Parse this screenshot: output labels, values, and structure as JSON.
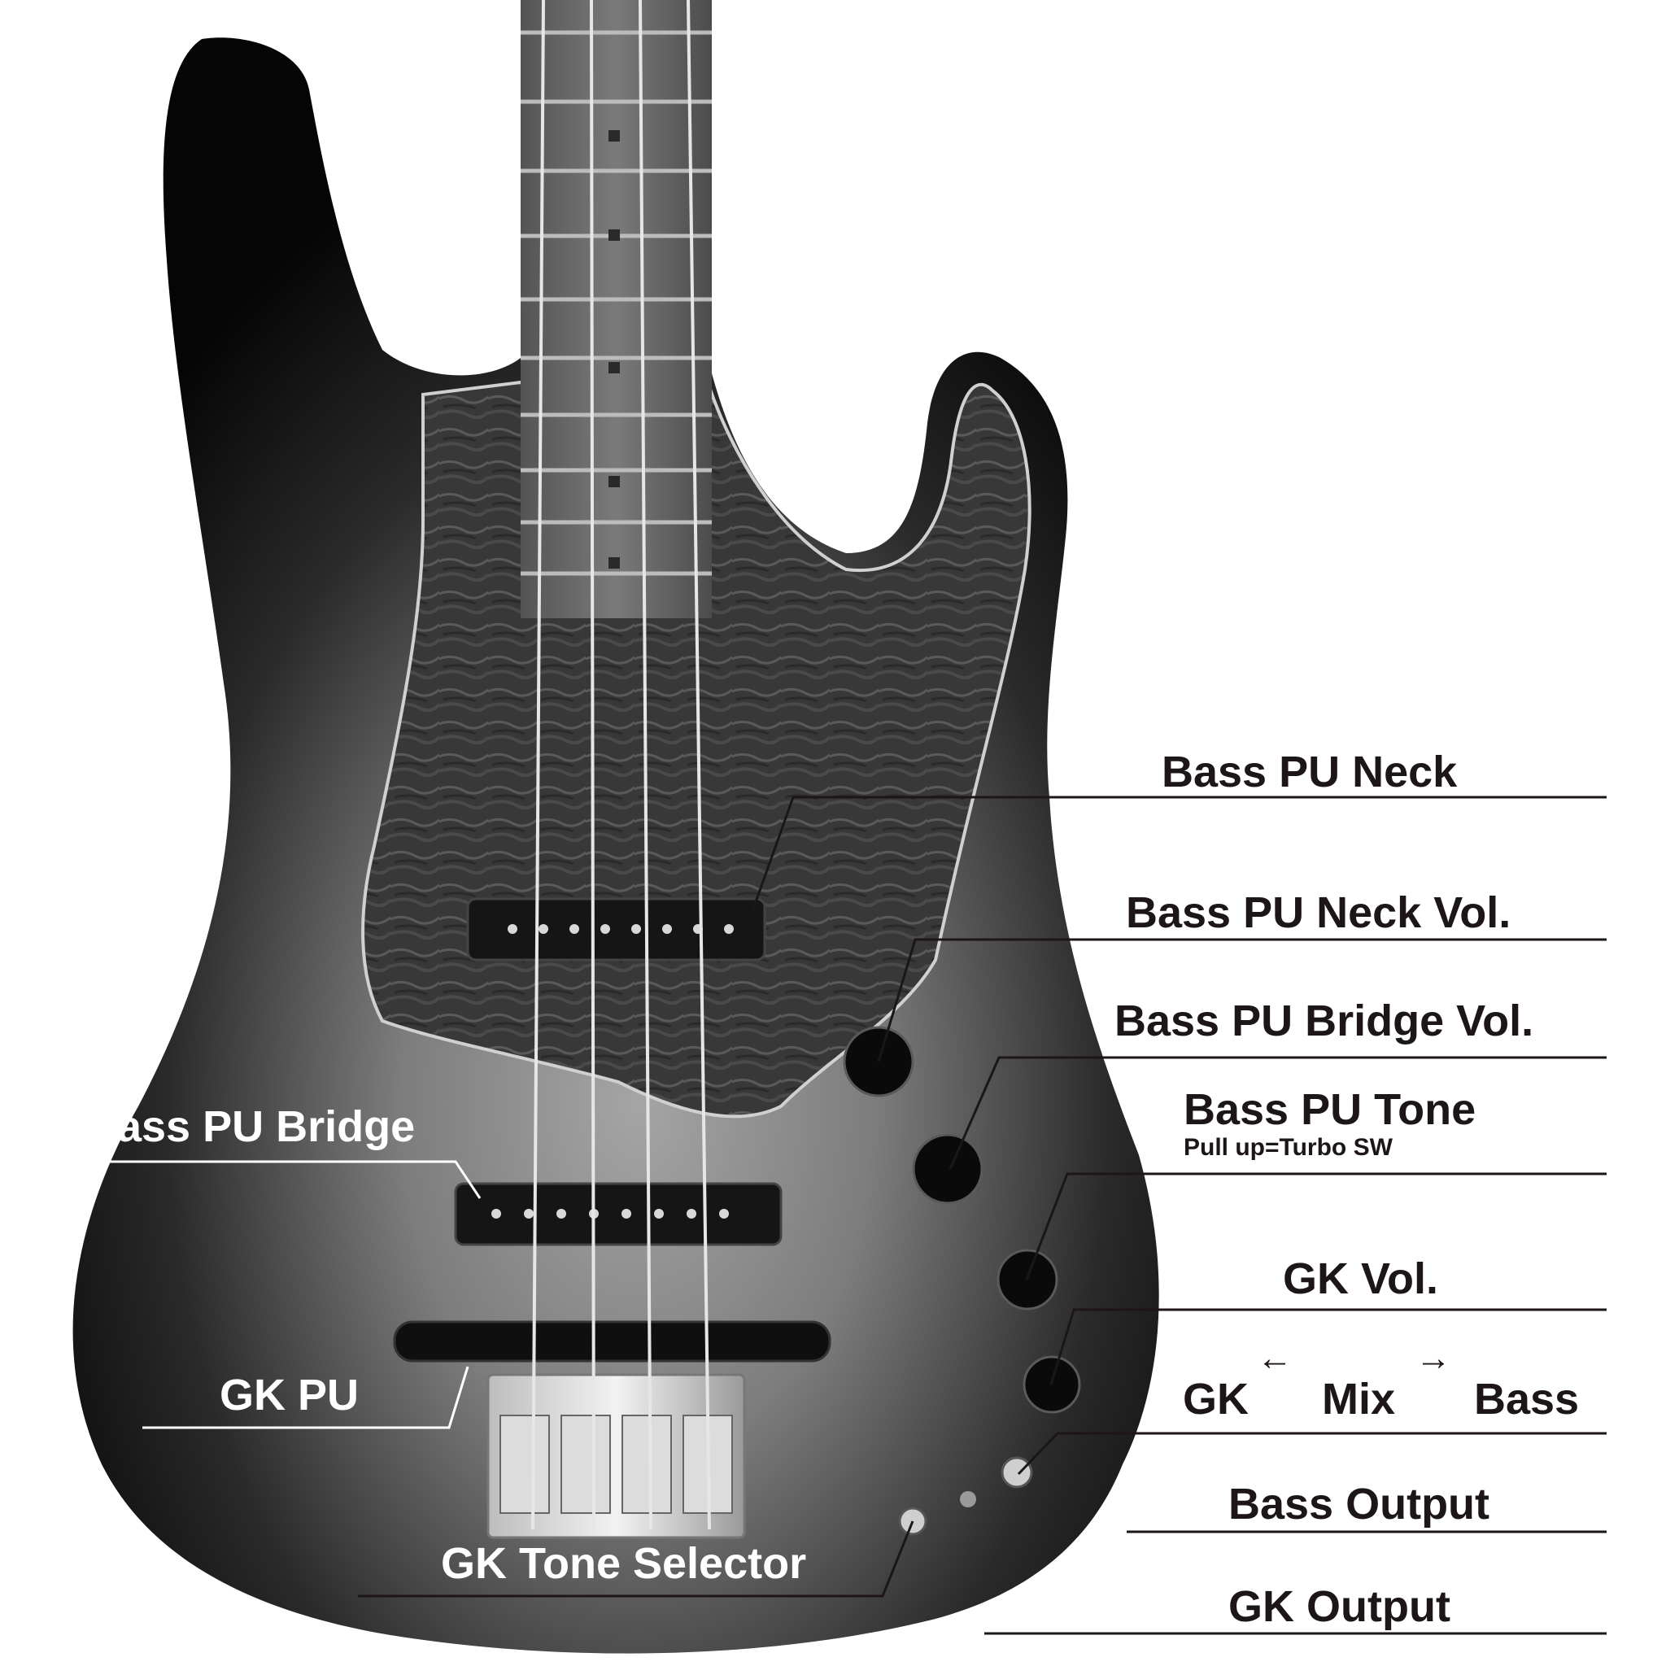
{
  "colors": {
    "label_dark": "#1d1617",
    "label_light": "#ffffff",
    "leader_line": "#1d1617",
    "body_dark": "#0c0c0c",
    "body_center": "#9a9a9a",
    "pickguard": "#3a3a3a",
    "neck": "#6b6b6b"
  },
  "labels": {
    "bass_pu_neck": "Bass PU Neck",
    "bass_pu_neck_vol": "Bass PU Neck Vol.",
    "bass_pu_bridge_vol": "Bass PU Bridge Vol.",
    "bass_pu_tone": "Bass PU Tone",
    "bass_pu_tone_sub": "Pull up=Turbo SW",
    "gk_vol": "GK Vol.",
    "mix_gk": "GK",
    "mix_mix": "Mix",
    "mix_bass": "Bass",
    "bass_output": "Bass Output",
    "gk_output": "GK Output",
    "bass_pu_bridge": "Bass PU Bridge",
    "gk_pu": "GK PU",
    "gk_tone_selector": "GK Tone Selector"
  },
  "icons": {
    "arrow_left": "←",
    "arrow_right": "→"
  }
}
